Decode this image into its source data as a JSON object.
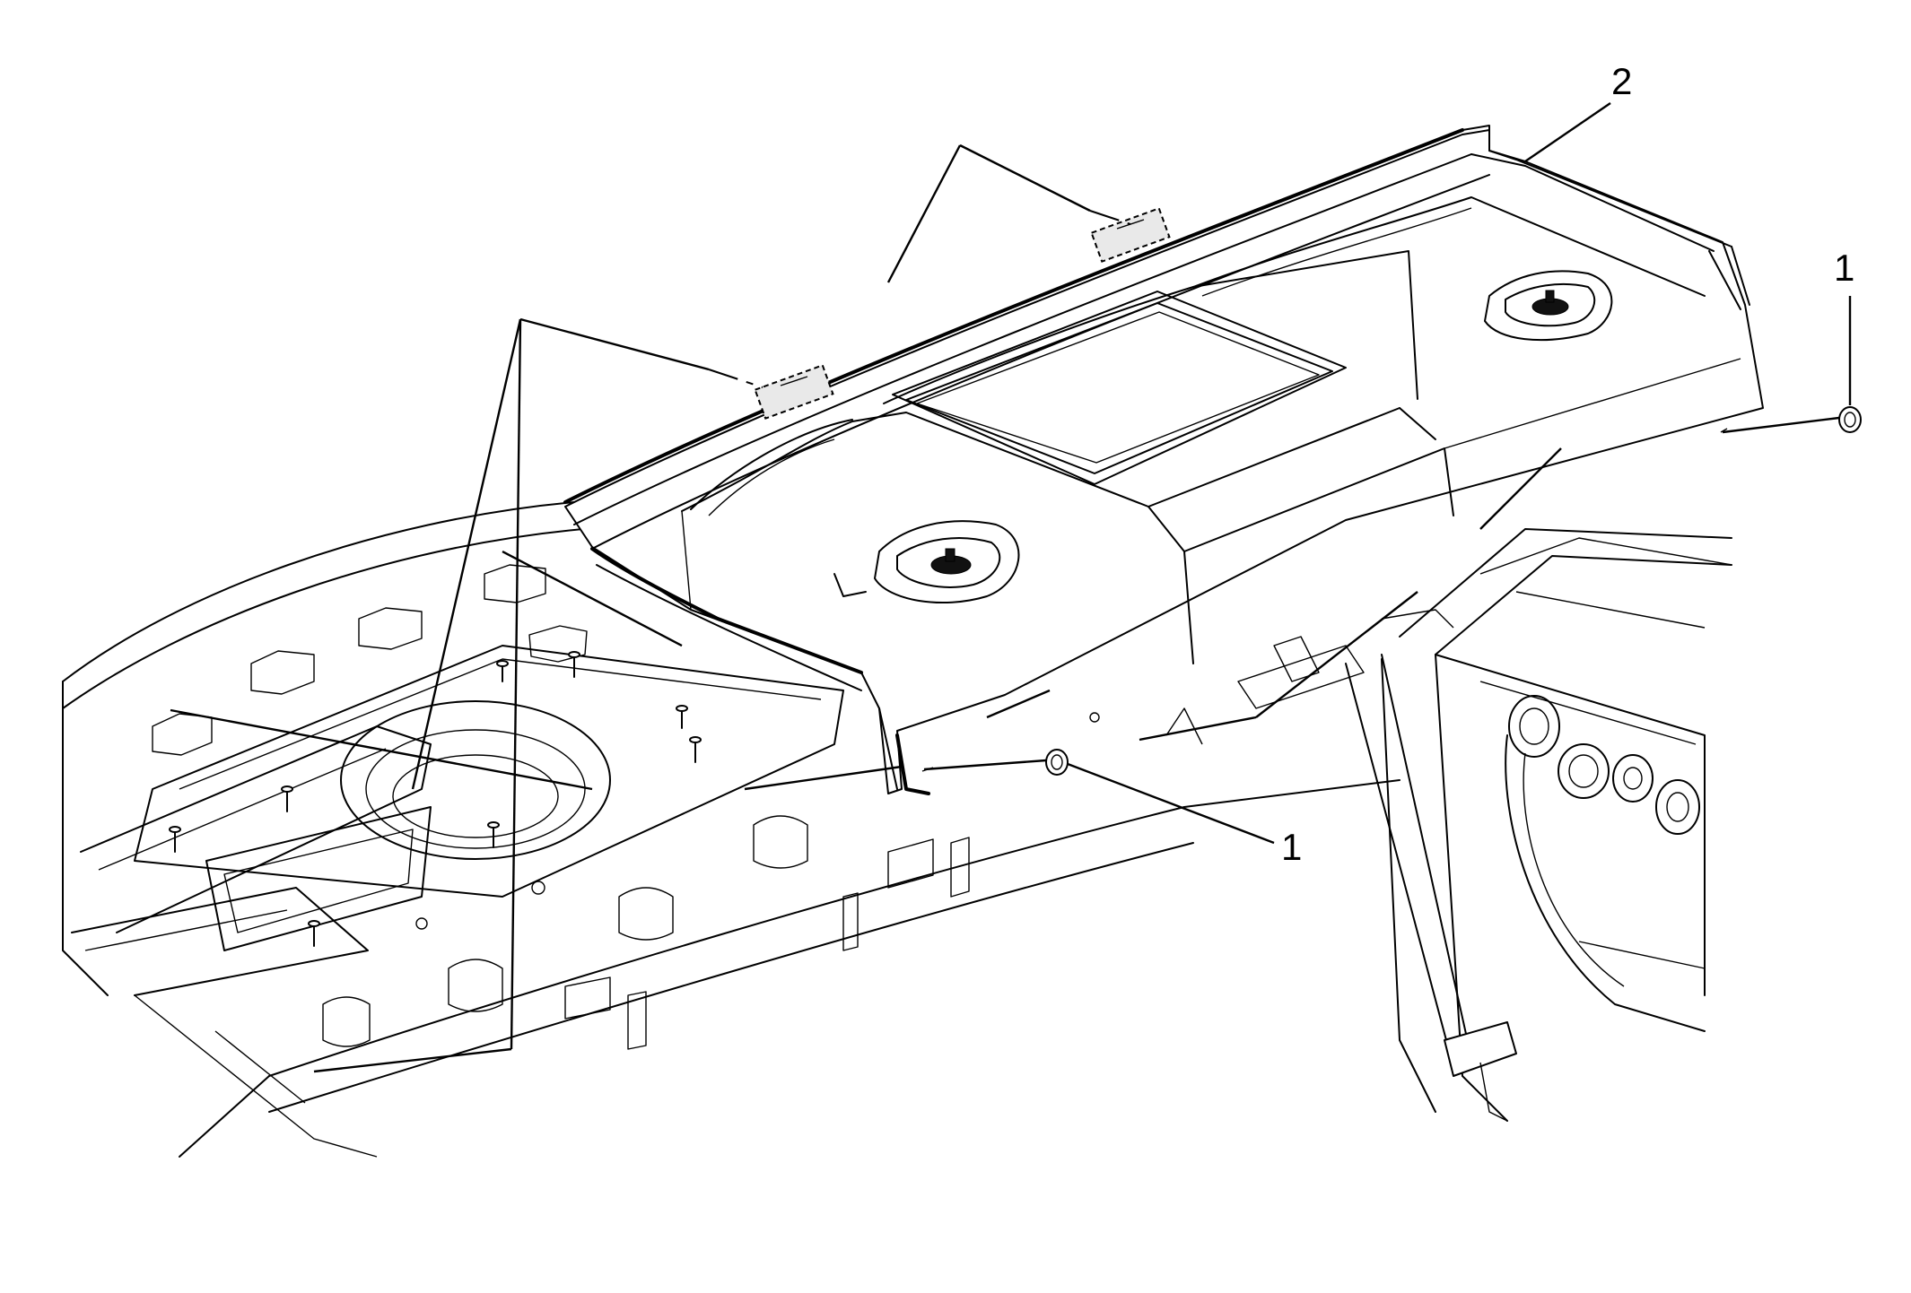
{
  "diagram": {
    "callouts": [
      {
        "id": "c1-right",
        "label": "1"
      },
      {
        "id": "c1-center",
        "label": "1"
      },
      {
        "id": "c2-top",
        "label": "2"
      }
    ]
  },
  "colors": {
    "line": "#000000",
    "background": "#ffffff"
  }
}
